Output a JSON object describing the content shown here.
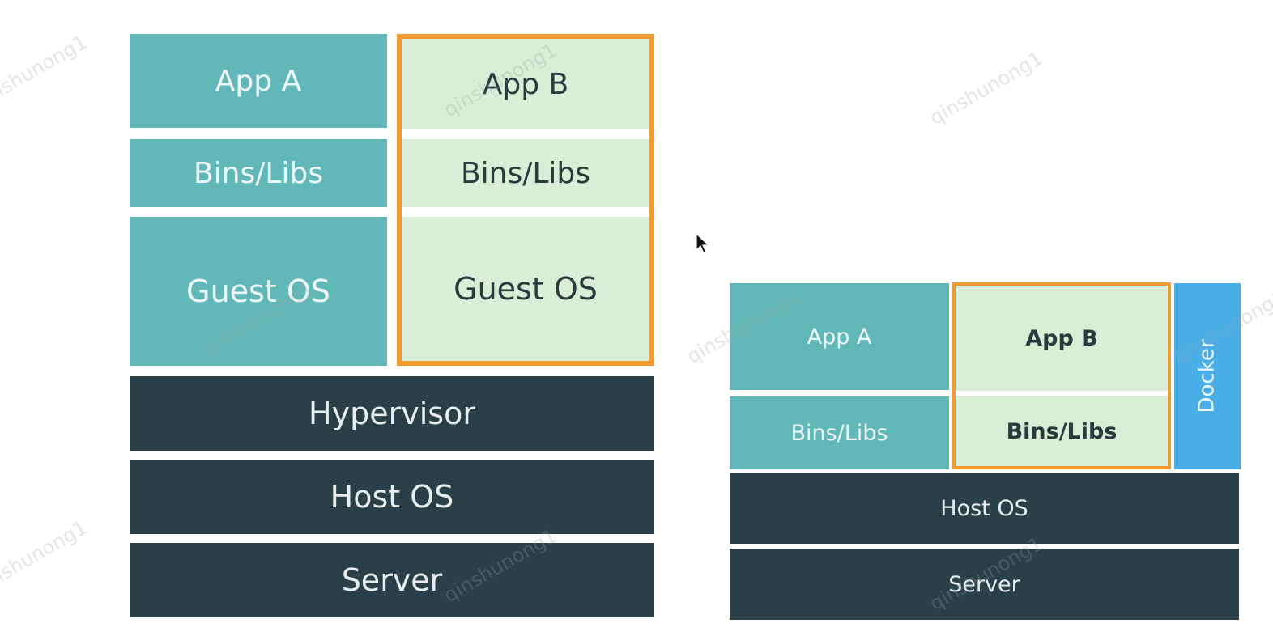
{
  "watermark_text": "qinshunong1",
  "colors": {
    "teal": "#62b8b8",
    "light_green": "#d8eed7",
    "dark_slate": "#2b3f48",
    "docker_blue": "#4aaee6",
    "highlight_orange": "#f29a34"
  },
  "vm_stack": {
    "app_a": "App A",
    "bins_libs_a": "Bins/Libs",
    "guest_os_a": "Guest OS",
    "app_b": "App B",
    "bins_libs_b": "Bins/Libs",
    "guest_os_b": "Guest OS",
    "hypervisor": "Hypervisor",
    "host_os": "Host OS",
    "server": "Server"
  },
  "container_stack": {
    "app_a": "App A",
    "bins_libs_a": "Bins/Libs",
    "app_b": "App B",
    "bins_libs_b": "Bins/Libs",
    "docker": "Docker",
    "host_os": "Host OS",
    "server": "Server"
  }
}
